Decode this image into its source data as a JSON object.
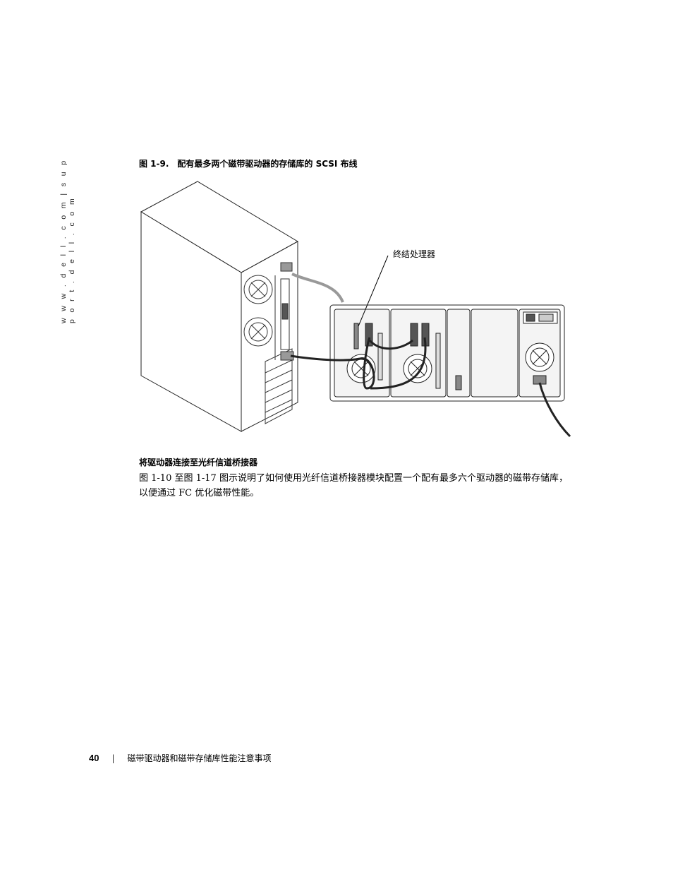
{
  "sidebar": {
    "url": "w w w . d e l l . c o m  |  s u p p o r t . d e l l . c o m"
  },
  "figure": {
    "number": "图 1-9.",
    "title": "配有最多两个磁带驱动器的存储库的 SCSI 布线",
    "callout": "终结处理器"
  },
  "section": {
    "heading": "将驱动器连接至光纤信道桥接器",
    "paragraph": "图 1-10 至图 1-17 图示说明了如何使用光纤信道桥接器模块配置一个配有最多六个驱动器的磁带存储库，以便通过 FC 优化磁带性能。"
  },
  "footer": {
    "page_number": "40",
    "separator": "|",
    "chapter_title": "磁带驱动器和磁带存储库性能注意事项"
  }
}
